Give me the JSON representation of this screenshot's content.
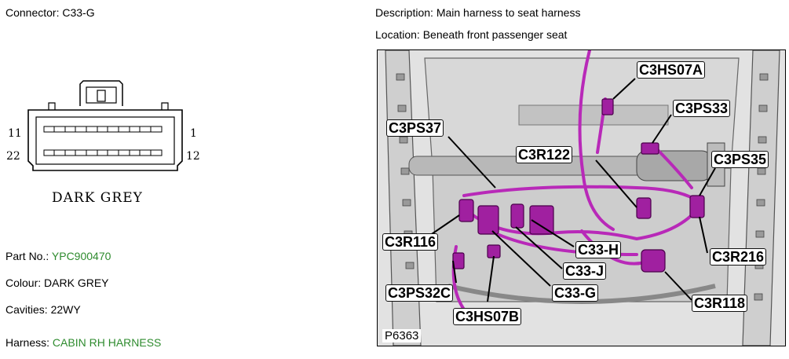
{
  "connector": {
    "label": "Connector:",
    "value": "C33-G"
  },
  "description": {
    "label": "Description:",
    "value": "Main harness to seat harness"
  },
  "location": {
    "label": "Location:",
    "value": "Beneath front passenger seat"
  },
  "diagram": {
    "pin_top_left": "11",
    "pin_top_right": "1",
    "pin_bottom_left": "22",
    "pin_bottom_right": "12",
    "colour_caption": "DARK GREY"
  },
  "part_no": {
    "label": "Part No.:",
    "value": "YPC900470"
  },
  "colour": {
    "label": "Colour:",
    "value": "DARK GREY"
  },
  "cavities": {
    "label": "Cavities:",
    "value": "22WY"
  },
  "harness": {
    "label": "Harness:",
    "value": "CABIN RH HARNESS"
  },
  "photo": {
    "figure_id": "P6363",
    "callouts": [
      "C3HS07A",
      "C3PS33",
      "C3PS37",
      "C3R122",
      "C3PS35",
      "C3R116",
      "C33-H",
      "C3R216",
      "C33-J",
      "C3PS32C",
      "C33-G",
      "C3R118",
      "C3HS07B"
    ]
  },
  "colors": {
    "link": "#2e8b2e",
    "harness": "#b829b8"
  }
}
